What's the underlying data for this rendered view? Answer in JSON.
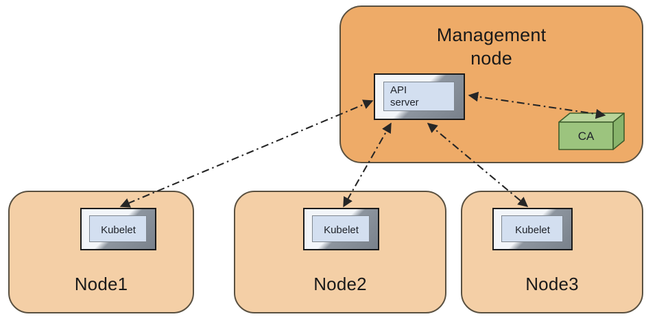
{
  "diagram": {
    "title": "Kubernetes kubelet to API server certificate trust diagram",
    "colors": {
      "management_fill": "#eeab68",
      "node_fill": "#f4cfa6",
      "zone_stroke": "#595040",
      "plate_face": "#d3dff0",
      "plate_bevel_light": "#f2f5f9",
      "plate_bevel_dark": "#79818b",
      "ca_top": "#b8d49a",
      "ca_front": "#9cc47e",
      "ca_side": "#88b46c",
      "ca_stroke": "#3d5c2b",
      "connector": "#262626",
      "text": "#1a1a1a",
      "background": "#ffffff"
    },
    "zones": [
      {
        "id": "management-node",
        "label": "Management\nnode",
        "kind": "management"
      },
      {
        "id": "node1",
        "label": "Node1",
        "kind": "node"
      },
      {
        "id": "node2",
        "label": "Node2",
        "kind": "node"
      },
      {
        "id": "node3",
        "label": "Node3",
        "kind": "node"
      }
    ],
    "components": [
      {
        "id": "api-server",
        "label": "API\nserver",
        "shape": "beveled-plate",
        "parent": "management-node"
      },
      {
        "id": "ca",
        "label": "CA",
        "shape": "cuboid",
        "parent": "management-node"
      },
      {
        "id": "kubelet-node1",
        "label": "Kubelet",
        "shape": "beveled-plate",
        "parent": "node1"
      },
      {
        "id": "kubelet-node2",
        "label": "Kubelet",
        "shape": "beveled-plate",
        "parent": "node2"
      },
      {
        "id": "kubelet-node3",
        "label": "Kubelet",
        "shape": "beveled-plate",
        "parent": "node3"
      }
    ],
    "connectors": [
      {
        "id": "api-server-to-ca",
        "from": "api-server",
        "to": "ca",
        "style": "dash-dot",
        "arrows": "both"
      },
      {
        "id": "api-server-to-kubelet-node1",
        "from": "api-server",
        "to": "kubelet-node1",
        "style": "dash-dot",
        "arrows": "both"
      },
      {
        "id": "api-server-to-kubelet-node2",
        "from": "api-server",
        "to": "kubelet-node2",
        "style": "dash-dot",
        "arrows": "both"
      },
      {
        "id": "api-server-to-kubelet-node3",
        "from": "api-server",
        "to": "kubelet-node3",
        "style": "dash-dot",
        "arrows": "both"
      }
    ]
  }
}
